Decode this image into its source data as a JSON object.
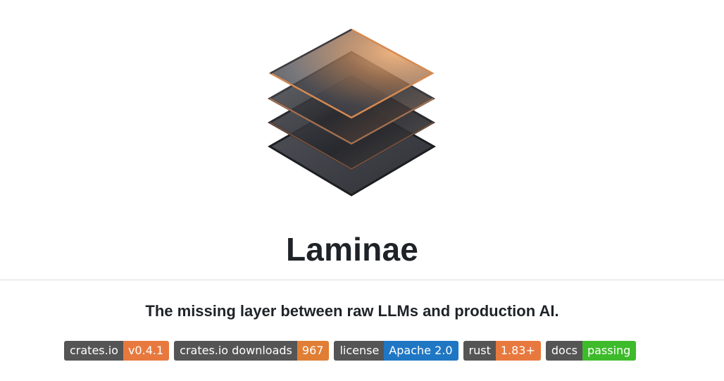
{
  "logo": {
    "icon": "stacked-layers-icon",
    "layers": 4,
    "colors": {
      "top_glow": "#f2b27a",
      "layer_dark": "#2b2d33",
      "layer_mid": "#4a4c53",
      "edge_orange": "#d58a52"
    }
  },
  "header": {
    "title": "Laminae"
  },
  "tagline": "The missing layer between raw LLMs and production AI.",
  "badges": [
    {
      "label": "crates.io",
      "value": "v0.4.1",
      "color": "#e8793e"
    },
    {
      "label": "crates.io downloads",
      "value": "967",
      "color": "#e07e35"
    },
    {
      "label": "license",
      "value": "Apache 2.0",
      "color": "#1f77c4"
    },
    {
      "label": "rust",
      "value": "1.83+",
      "color": "#e8793e"
    },
    {
      "label": "docs",
      "value": "passing",
      "color": "#3dbb2a"
    }
  ]
}
